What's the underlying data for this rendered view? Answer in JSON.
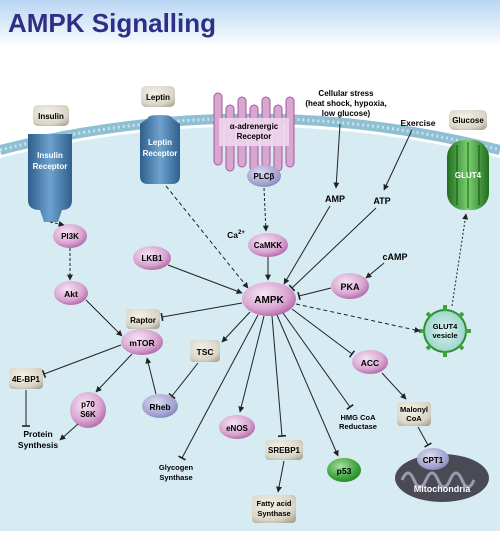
{
  "title": "AMPK Signalling",
  "colors": {
    "title": "#2e2f86",
    "banner_top": "#b9d6f3",
    "banner_bottom": "#ffffff",
    "cell": "#d7ebf3",
    "membrane": "#8fbfd2",
    "pink": "#d9a6d2",
    "pink_dark": "#a8569b",
    "grey": "#d8d4c6",
    "grey_dark": "#a9a390",
    "green": "#3ea33e",
    "receptor": "#3f77a8"
  },
  "labels": {
    "insulin": "Insulin",
    "insulin_receptor": "Insulin Receptor",
    "leptin": "Leptin",
    "leptin_receptor": "Leptin Receptor",
    "alpha_receptor": "α-adrenergic Receptor",
    "cell_stress": "Cellular stress (heat shock, hypoxia, low glucose)",
    "exercise": "Exercise",
    "glucose": "Glucose",
    "glut4": "GLUT4",
    "plcb": "PLCβ",
    "ca": "Ca",
    "ca_sup": "2+",
    "camkk": "CaMKK",
    "amp": "AMP",
    "atp": "ATP",
    "camp": "cAMP",
    "pi3k": "PI3K",
    "lkb1": "LKB1",
    "akt": "Akt",
    "ampk": "AMPK",
    "pka": "PKA",
    "raptor": "Raptor",
    "mtor": "mTOR",
    "glut4_vesicle": "GLUT4 vesicle",
    "tsc": "TSC",
    "acc": "ACC",
    "fourebp1": "4E-BP1",
    "p70s6k": "p70 S6K",
    "rheb": "Rheb",
    "enos": "eNOS",
    "hmg": "HMG CoA Reductase",
    "malonyl": "Malonyl CoA",
    "srebp1": "SREBP1",
    "protein_synthesis": "Protein Synthesis",
    "glycogen": "Glycogen Synthase",
    "p53": "p53",
    "cpt1": "CPT1",
    "mitochondria": "Mitochondria",
    "fatty_acid": "Fatty acid Synthase"
  }
}
